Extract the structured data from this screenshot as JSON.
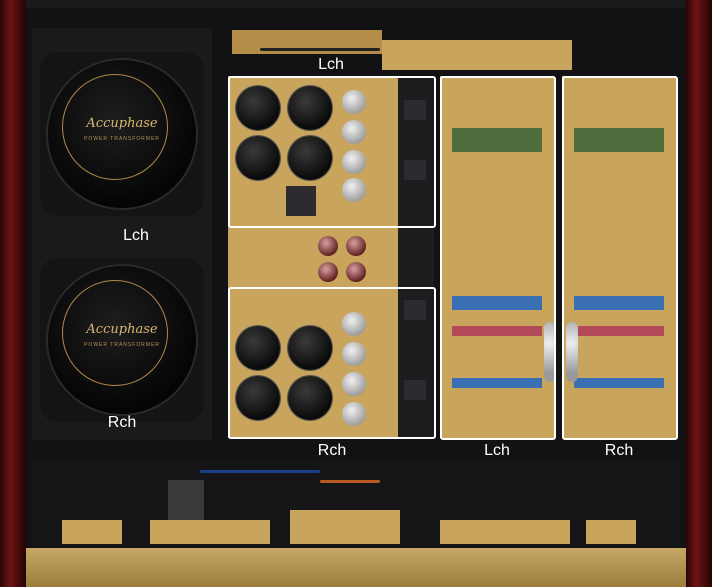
{
  "transformers": [
    {
      "brand": "Accuphase",
      "subtitle": "POWER TRANSFORMER"
    },
    {
      "brand": "Accuphase",
      "subtitle": "POWER TRANSFORMER"
    }
  ],
  "labels": {
    "transformer_top": "Lch",
    "transformer_bottom": "Rch",
    "power_supply_top": "Lch",
    "power_supply_bottom": "Rch",
    "amp_board_left": "Lch",
    "amp_board_right": "Rch"
  },
  "colors": {
    "frame_line": "#ffffff",
    "label_text": "#ffffff",
    "pcb": "#c9a45c",
    "wood": "#6e1414",
    "chassis": "#121214"
  }
}
